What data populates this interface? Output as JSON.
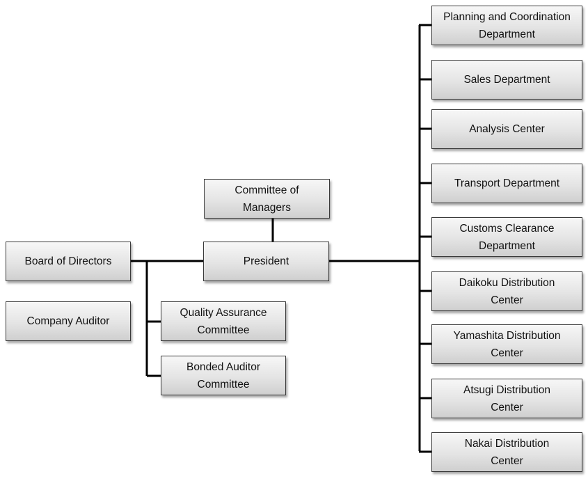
{
  "org_chart": {
    "board": "Board of Directors",
    "auditor": "Company Auditor",
    "president": "President",
    "committee_managers": "Committee of\nManagers",
    "quality_committee": "Quality Assurance\nCommittee",
    "bonded_committee": "Bonded Auditor\nCommittee",
    "departments": [
      "Planning and Coordination\nDepartment",
      "Sales Department",
      "Analysis Center",
      "Transport Department",
      "Customs Clearance\nDepartment",
      "Daikoku Distribution\nCenter",
      "Yamashita Distribution\nCenter",
      "Atsugi Distribution\nCenter",
      "Nakai Distribution\nCenter"
    ]
  },
  "colors": {
    "line": "#000000",
    "box_border": "#3a3a3a",
    "box_fill_top": "#f7f7f7",
    "box_fill_bottom": "#cfcfcf"
  }
}
